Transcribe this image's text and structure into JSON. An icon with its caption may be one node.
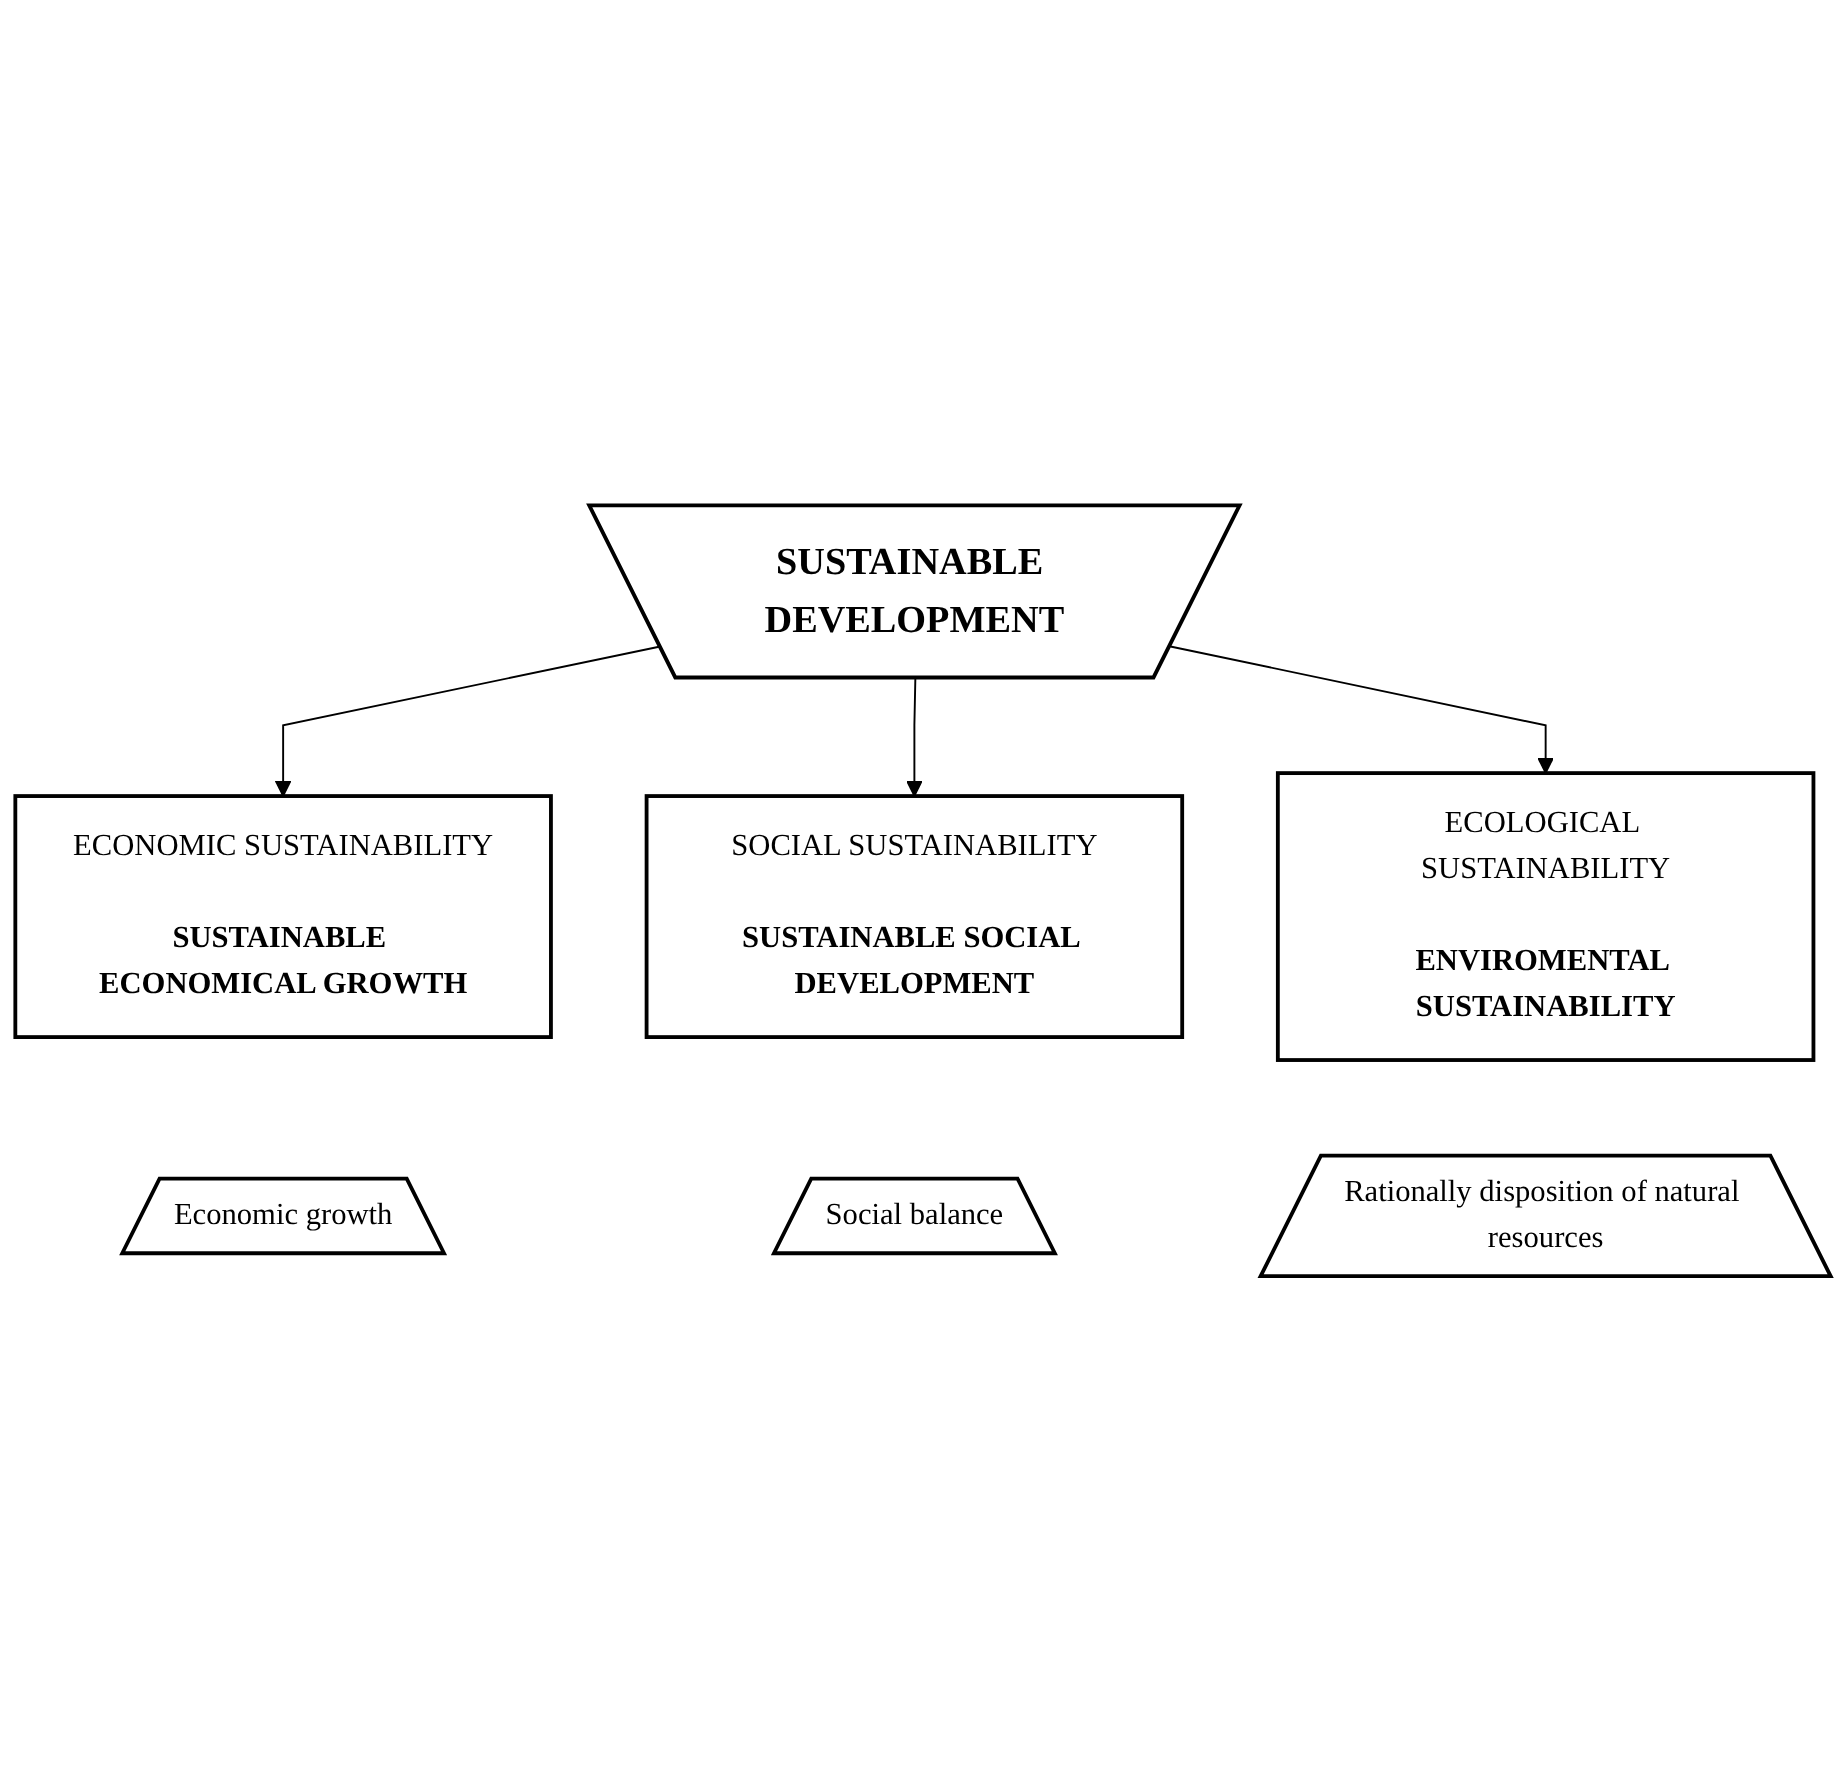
{
  "diagram": {
    "nodes": [
      {
        "text": [
          "SUSTAINABLE DEVELOPMENT"
        ]
      },
      {
        "text": [
          "ECONOMIC SUSTAINABILITY",
          "SUSTAINABLE ECONOMICAL GROWTH"
        ]
      },
      {
        "text": [
          "Economic growth"
        ]
      },
      {
        "text": [
          "SOCIAL SUSTAINABILITY",
          "SUSTAINABLE SOCIAL DEVELOPMENT"
        ]
      },
      {
        "text": [
          "Social balance"
        ]
      },
      {
        "text": [
          "ECOLOGICAL SUSTAINABILITY",
          "ENVIROMENTAL SUSTAINABILITY"
        ]
      },
      {
        "text": [
          "Rationally disposition of natural resources"
        ]
      }
    ],
    "edges": [
      {
        "from": 0,
        "to": 1,
        "arrow": "to"
      },
      {
        "from": 0,
        "to": 3,
        "arrow": "to"
      },
      {
        "from": 0,
        "to": 5,
        "arrow": "to"
      }
    ]
  }
}
